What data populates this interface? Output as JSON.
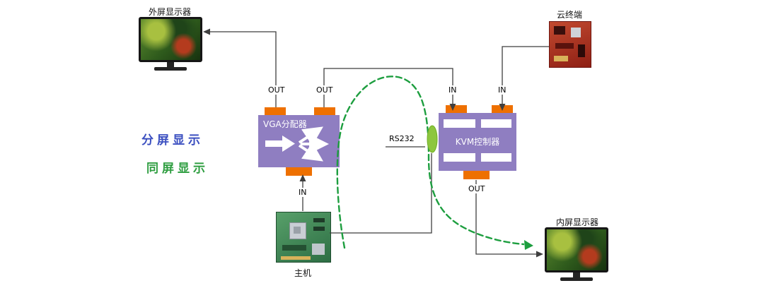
{
  "labels": {
    "external_display": "外屏显示器",
    "cloud_terminal": "云终端",
    "internal_display": "内屏显示器",
    "host": "主机",
    "note_split_screen": "分屏显示",
    "note_same_screen": "同屏显示",
    "rs232": "RS232"
  },
  "devices": {
    "vga_splitter": {
      "label": "VGA分配器"
    },
    "kvm_controller": {
      "label": "KVM控制器"
    }
  },
  "ports": {
    "vga_out_left": "OUT",
    "vga_out_right": "OUT",
    "vga_in": "IN",
    "kvm_in_left": "IN",
    "kvm_in_right": "IN",
    "kvm_out": "OUT"
  },
  "colors": {
    "device_purple": "#8f7ec1",
    "port_orange": "#ee7000",
    "connector_green": "#8dc63f",
    "note_blue": "#3b4fc0",
    "note_green": "#2f9e41",
    "dashed_green": "#1d9e3f",
    "wire_gray": "#3f3f3f"
  }
}
